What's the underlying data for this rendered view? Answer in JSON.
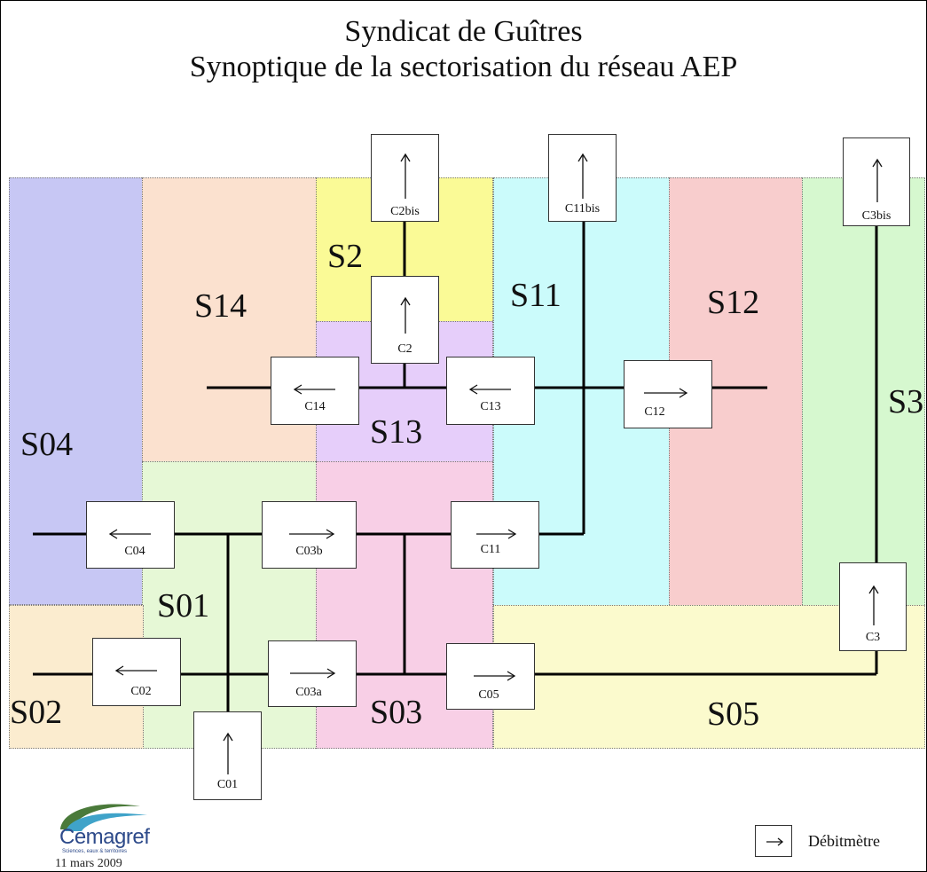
{
  "title": {
    "line1": "Syndicat de Guîtres",
    "line2": "Synoptique de la sectorisation du réseau AEP"
  },
  "sectors": [
    {
      "id": "S04",
      "label": "S04",
      "color": "#c7c7f4"
    },
    {
      "id": "S14",
      "label": "S14",
      "color": "#fbe1cf"
    },
    {
      "id": "S2",
      "label": "S2",
      "color": "#fafa96"
    },
    {
      "id": "S13",
      "label": "S13",
      "color": "#e6cefa"
    },
    {
      "id": "S11",
      "label": "S11",
      "color": "#cbfbfb"
    },
    {
      "id": "S12",
      "label": "S12",
      "color": "#f8cdcd"
    },
    {
      "id": "S3",
      "label": "S3",
      "color": "#d6f8cf"
    },
    {
      "id": "S01",
      "label": "S01",
      "color": "#e6f8d6"
    },
    {
      "id": "S03",
      "label": "S03",
      "color": "#f8cfe6"
    },
    {
      "id": "S02",
      "label": "S02",
      "color": "#fbeccf"
    },
    {
      "id": "S05",
      "label": "S05",
      "color": "#fbfacd"
    }
  ],
  "meters": [
    {
      "id": "C2bis",
      "label": "C2bis",
      "direction": "up"
    },
    {
      "id": "C11bis",
      "label": "C11bis",
      "direction": "up"
    },
    {
      "id": "C3bis",
      "label": "C3bis",
      "direction": "up"
    },
    {
      "id": "C2",
      "label": "C2",
      "direction": "up"
    },
    {
      "id": "C14",
      "label": "C14",
      "direction": "left"
    },
    {
      "id": "C13",
      "label": "C13",
      "direction": "left"
    },
    {
      "id": "C12",
      "label": "C12",
      "direction": "right"
    },
    {
      "id": "C04",
      "label": "C04",
      "direction": "left"
    },
    {
      "id": "C03b",
      "label": "C03b",
      "direction": "right"
    },
    {
      "id": "C11",
      "label": "C11",
      "direction": "right"
    },
    {
      "id": "C02",
      "label": "C02",
      "direction": "left"
    },
    {
      "id": "C03a",
      "label": "C03a",
      "direction": "right"
    },
    {
      "id": "C05",
      "label": "C05",
      "direction": "right"
    },
    {
      "id": "C3",
      "label": "C3",
      "direction": "up"
    },
    {
      "id": "C01",
      "label": "C01",
      "direction": "up"
    }
  ],
  "logo": {
    "brand": "Cemagref",
    "tagline": "Sciences, eaux & territoires",
    "date": "11 mars 2009"
  },
  "legend": {
    "label": "Débitmètre"
  }
}
